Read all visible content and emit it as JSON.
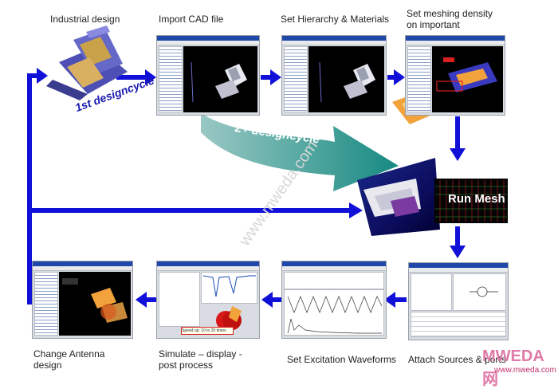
{
  "steps": {
    "industrial_design": "Industrial design",
    "import_cad": "Import CAD file",
    "set_hierarchy": "Set Hierarchy & Materials",
    "set_meshing": "Set meshing density\non important",
    "run_mesh": "Run Mesh",
    "attach_sources": "Attach Sources & ports",
    "set_excitation": "Set Excitation Waveforms",
    "simulate": "Simulate – display -\npost process",
    "change_antenna": "Change Antenna\ndesign"
  },
  "cycles": {
    "first": "1st designcycle",
    "second": "2+ designcycle"
  },
  "watermark": "www.mweda.com",
  "brand": {
    "logo": "MWEDA网",
    "url": "www.mweda.com"
  },
  "simulate_note": "Speed up: 10 to 20 times",
  "colors": {
    "arrow": "#1010d8",
    "teal": "#1f8a82",
    "orange": "#f2a23a"
  }
}
